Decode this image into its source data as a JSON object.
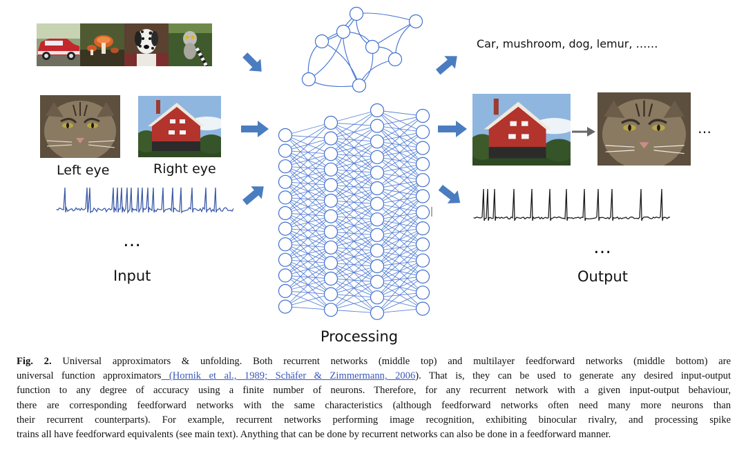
{
  "figure": {
    "output_top_text": "Car, mushroom, dog, lemur, ……",
    "left_eye_label": "Left eye",
    "right_eye_label": "Right eye",
    "input_dots": "…",
    "input_label": "Input",
    "processing_label": "Processing",
    "output_ellipsis": "…",
    "output_dots": "…",
    "output_label": "Output",
    "colors": {
      "network": "#3f6fd1",
      "arrow": "#4a7cc0",
      "grey_arrow": "#666666",
      "input_spike_trace": "#3a5aa8",
      "output_spike_trace": "#1a1a1a"
    },
    "icons": [
      "car-photo",
      "mushroom-photo",
      "dalmatian-photo",
      "lemur-photo",
      "cat-face-photo",
      "red-house-photo"
    ]
  },
  "caption": {
    "fig_label": "Fig. 2.",
    "text_1": "Universal approximators & unfolding. Both recurrent networks (middle top) and multilayer feedforward networks (middle bottom) are",
    "text_2a": "universal function approximators",
    "citation": " (Hornik et al., 1989; Schäfer & Zimmermann, 2006",
    "text_2b": "). That is, they can be used to generate any desired input-output",
    "text_3": "function to any degree of accuracy using a finite number of neurons. Therefore, for any recurrent network with a given input-output behaviour,",
    "text_4": "there are corresponding feedforward networks with the same characteristics (although feedforward networks often need many more neurons than",
    "text_5": "their recurrent counterparts). For example, recurrent networks performing image recognition, exhibiting binocular rivalry, and processing spike",
    "text_6": "trains all have feedforward equivalents (see main text). Anything that can be done by recurrent networks can also be done in a feedforward manner."
  }
}
